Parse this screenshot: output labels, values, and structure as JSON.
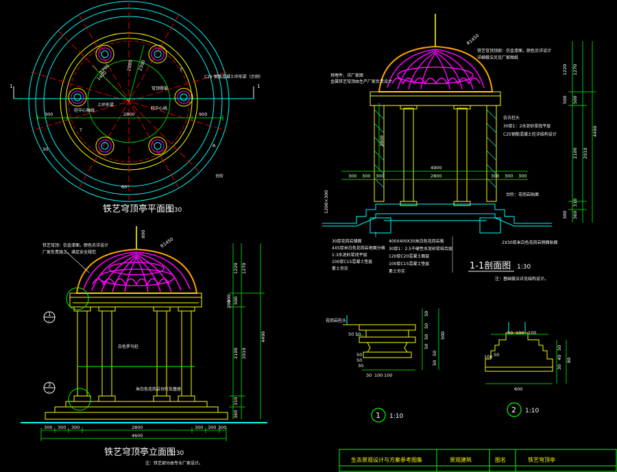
{
  "colors": {
    "background": "#000000",
    "outline": "#00ffff",
    "structure": "#ffff00",
    "dimension": "#00ff00",
    "radial": "#ff0000",
    "dome_ironwork": "#ff00ff",
    "dome_frame": "#ffa500",
    "text": "#ffffff"
  },
  "plan": {
    "title": "铁艺穹顶亭平面图",
    "scale": "1:30",
    "dims": [
      "300",
      "2800",
      "900",
      "1700",
      "1400",
      "2000",
      "2300",
      "60°",
      "30",
      "R",
      "T",
      "T"
    ],
    "section_marks": [
      "1",
      "1"
    ],
    "notes": [
      "C25 钢筋混凝土环形梁（示例）",
      "穹顶骨架",
      "上环形梁",
      "柱中心线",
      "柱中心轴线",
      "台阶"
    ]
  },
  "section": {
    "title": "1-1剖面图",
    "scale": "1:30",
    "subnote": "注：基础做法详见结构设计。",
    "dims_top": [
      "R1450"
    ],
    "dims_side": [
      "1270",
      "500",
      "2100",
      "310",
      "360",
      "1220",
      "500",
      "2910",
      "4490",
      "300"
    ],
    "dims_bottom": [
      "300",
      "300",
      "300",
      "2800",
      "300",
      "300",
      "300",
      "4900"
    ],
    "left_dims": [
      "2800",
      "1200×300"
    ],
    "notes_left": [
      "预埋件，详厂家图",
      "金属铁艺穹顶由生产厂家负责设计"
    ],
    "notes_right": [
      "铁艺穹顶顶部：仿金漆面，颜色另详设计",
      "详细做法另见厂家图纸"
    ],
    "layer_notes_right": [
      "仿古柱头",
      "30厚1：2水泥砂浆找平层",
      "C25钢筋混凝土柱详结构设计"
    ],
    "layer_notes_bottom": [
      "30厚花岗岩铺面",
      "4X5厚米白色花岗岩地面分格",
      "1:3水泥砂浆找平层",
      "100厚C15混凝土垫层",
      "素土夯实"
    ],
    "layer_notes_center": [
      "400X400X30米白色花岗岩板",
      "30厚1：2.5干硬性水泥砂浆结合层",
      "120厚C20混凝土面层",
      "100厚C15混凝土垫层",
      "素土夯实"
    ],
    "footing_note_left": "台阶：花岗岩贴面",
    "footing_note_right": "2X30厚米白色花岗岩侧面贴面"
  },
  "elevation": {
    "title": "铁艺穹顶亭立面图",
    "scale": "1:30",
    "subnote": "注：铁艺部分由专业厂家设计。",
    "dims_top": [
      "800",
      "R1450"
    ],
    "dims_right": [
      "1220",
      "500",
      "2100",
      "310",
      "360",
      "300",
      "200",
      "1270",
      "2910",
      "4490"
    ],
    "dims_bottom": [
      "300",
      "300",
      "300",
      "2800",
      "300",
      "300",
      "300",
      "4600"
    ],
    "notes": [
      "铁艺穹顶：仿金漆面，颜色另详设计",
      "厂家负责施工，满足安全规范",
      "白色罗马柱",
      "米白色花岗岩台阶及基座"
    ],
    "callouts": [
      "1",
      "2"
    ],
    "callout_sheet": "-"
  },
  "detail1": {
    "label": "1",
    "scale": "1:10",
    "dims": [
      "50",
      "50",
      "500",
      "50",
      "50",
      "50",
      "50",
      "50",
      "50",
      "30",
      "100",
      "100",
      "30",
      "50",
      "50"
    ],
    "note": "花岗岩柱头"
  },
  "detail2": {
    "label": "2",
    "scale": "1:10",
    "dims": [
      "50",
      "100",
      "100",
      "50",
      "100",
      "50",
      "40",
      "30",
      "80",
      "600"
    ]
  },
  "title_block": {
    "project": "生态景观设计与方案参考图集",
    "discipline": "景观建筑",
    "drawing_label": "图名",
    "drawing_name": "铁艺穹顶亭"
  }
}
